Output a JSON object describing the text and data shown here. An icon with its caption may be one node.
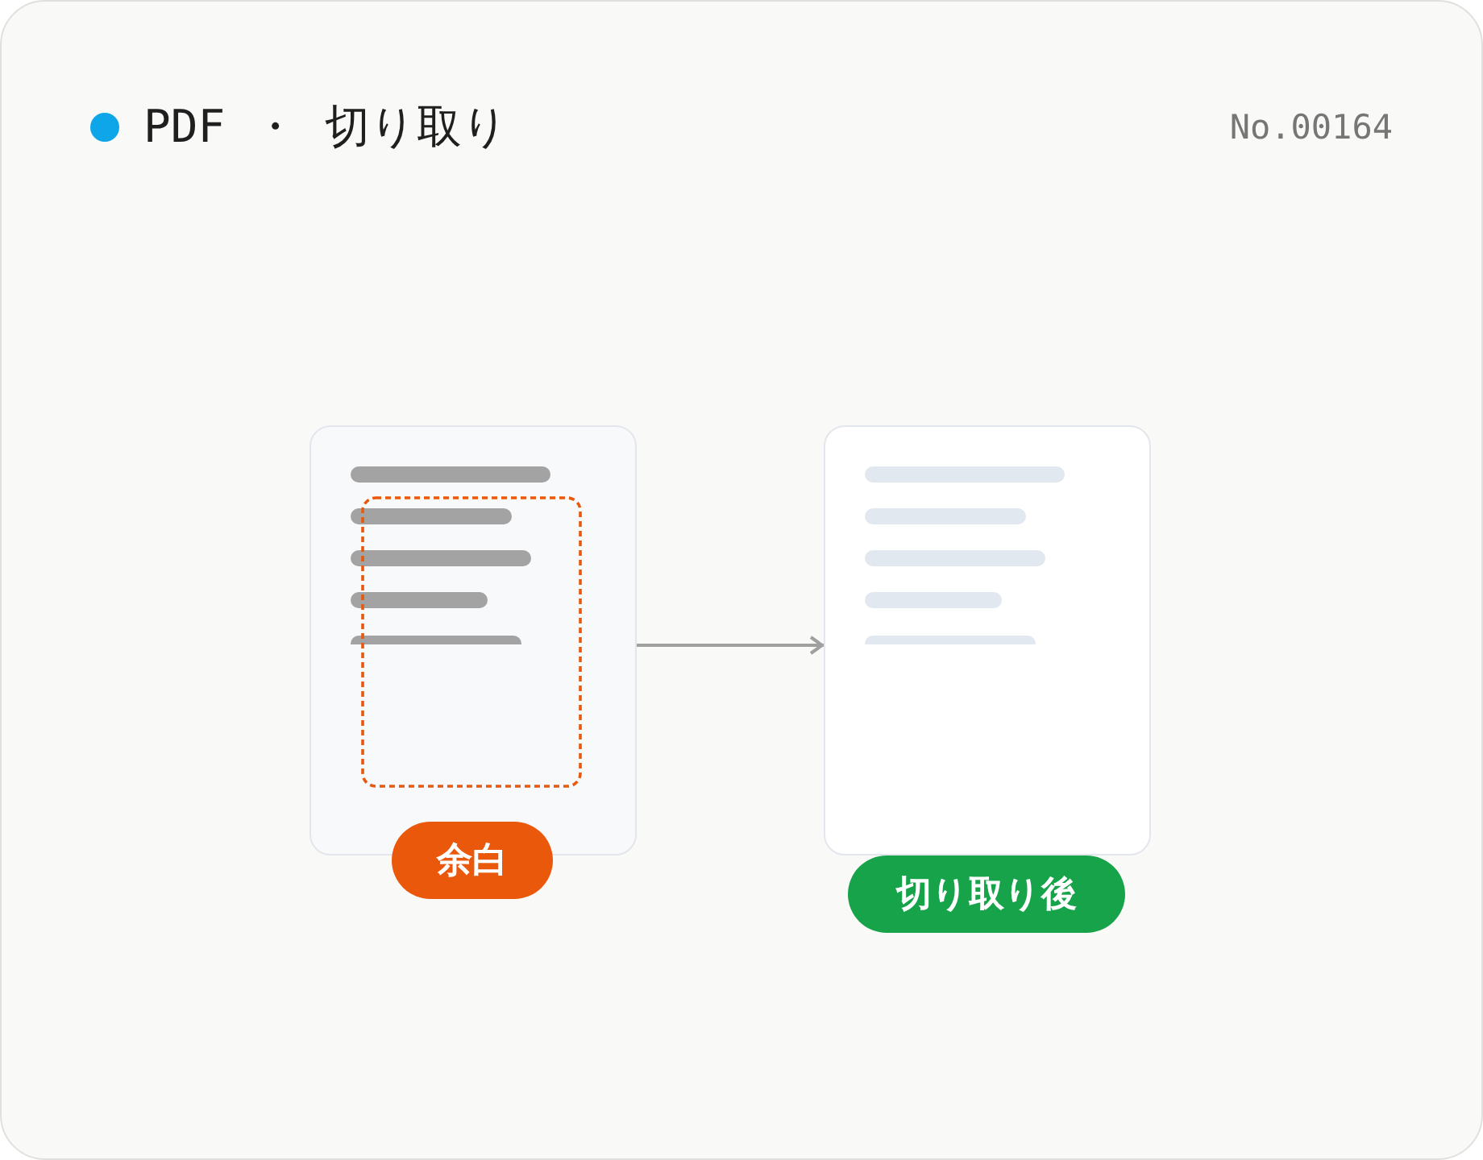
{
  "diagram": {
    "title": "PDF ・ 切り取り",
    "nodes": [
      {
        "text": [],
        "shape": "picture"
      },
      {
        "text": [
          "余白"
        ]
      },
      {
        "text": [],
        "shape": "picture"
      },
      {
        "text": [
          "切り取り後"
        ]
      }
    ],
    "edges": [
      {
        "from": 0,
        "to": 2,
        "arrow": "to"
      }
    ],
    "labels": [
      "No.00164"
    ]
  }
}
